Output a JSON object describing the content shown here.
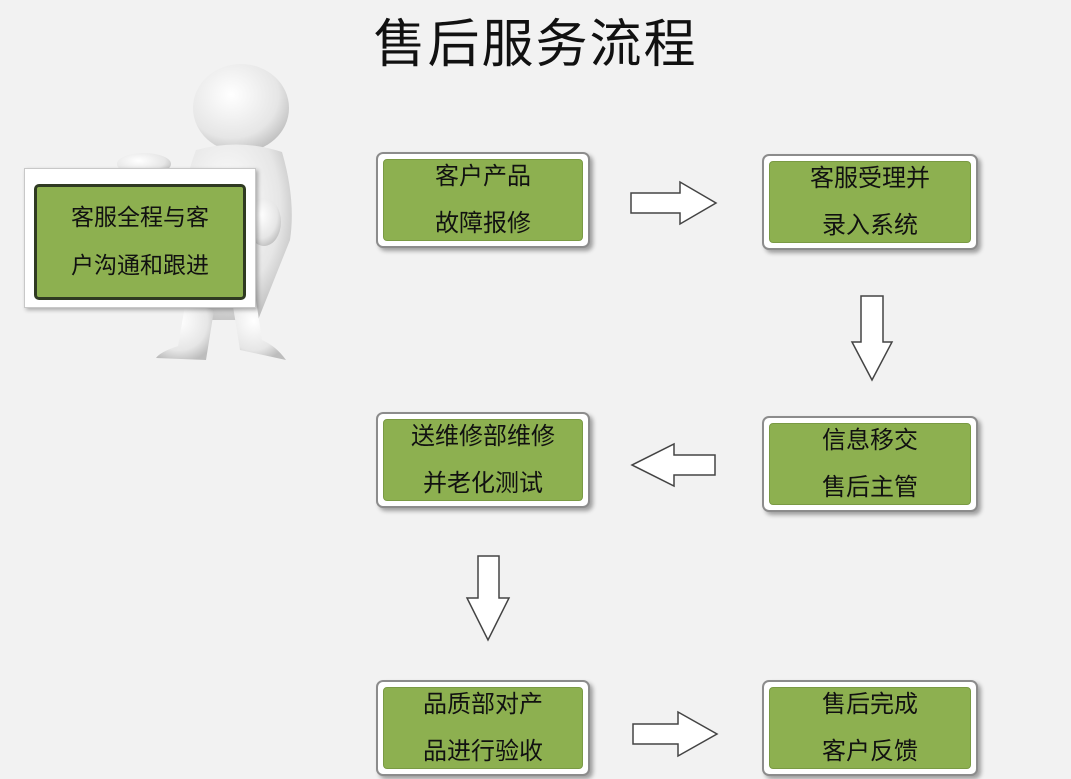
{
  "title": "售后服务流程",
  "sign_text": "客服全程与客\n户沟通和跟进",
  "steps": [
    "客户产品\n故障报修",
    "客服受理并\n录入系统",
    "信息移交\n售后主管",
    "送维修部维修\n并老化测试",
    "品质部对产\n品进行验收",
    "售后完成\n客户反馈"
  ],
  "colors": {
    "box_fill": "#8db050",
    "background": "#f2f2f2"
  },
  "icons": [
    "person-figure-icon",
    "arrow-right-icon",
    "arrow-down-icon",
    "arrow-left-icon"
  ]
}
